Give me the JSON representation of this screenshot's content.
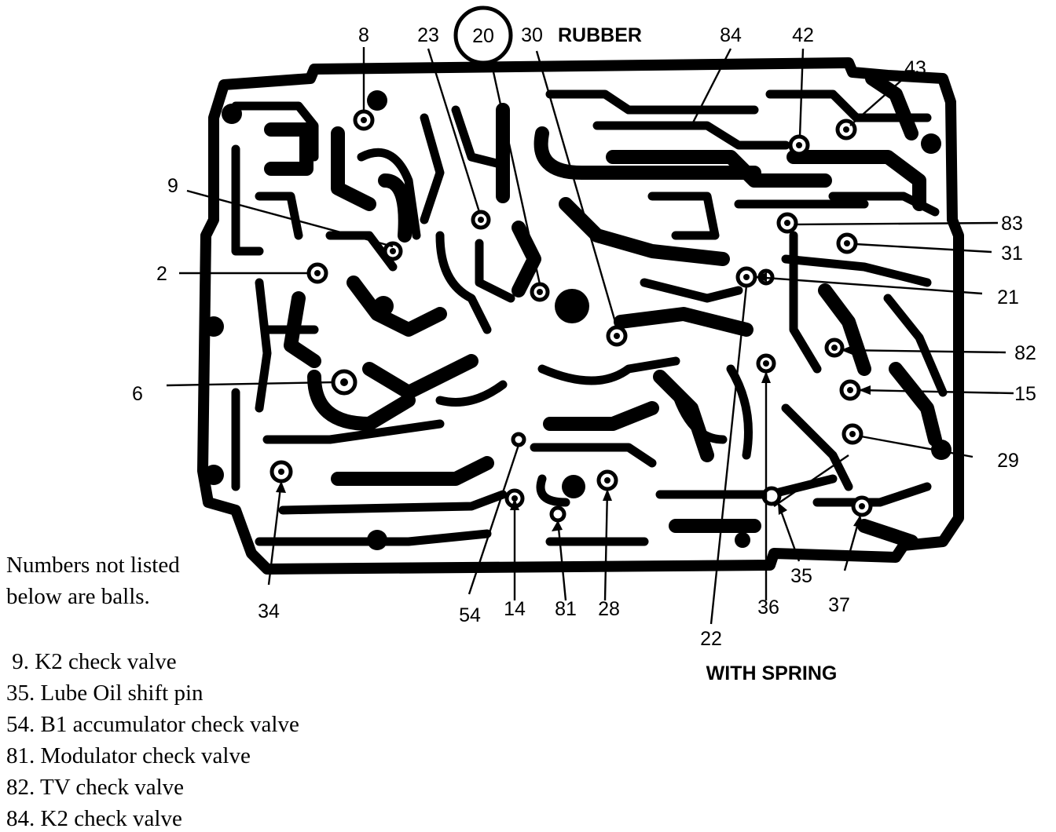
{
  "callouts": {
    "c8": "8",
    "c23": "23",
    "c20": "20",
    "c30": "30",
    "rubber": "RUBBER",
    "c84": "84",
    "c42": "42",
    "c43": "43",
    "c9": "9",
    "c83": "83",
    "c31": "31",
    "c2": "2",
    "c21": "21",
    "c82": "82",
    "c6": "6",
    "c15": "15",
    "c29": "29",
    "c34": "34",
    "c54": "54",
    "c14": "14",
    "c81": "81",
    "c28": "28",
    "c22": "22",
    "c35": "35",
    "c36": "36",
    "c37": "37",
    "with_spring": "WITH SPRING"
  },
  "note": {
    "line1": "Numbers not listed",
    "line2": "below are balls."
  },
  "legend": [
    " 9. K2 check valve",
    "35. Lube Oil shift pin",
    "54. B1 accumulator check valve",
    "81. Modulator check valve",
    "82. TV check valve",
    "84. K2 check valve"
  ]
}
